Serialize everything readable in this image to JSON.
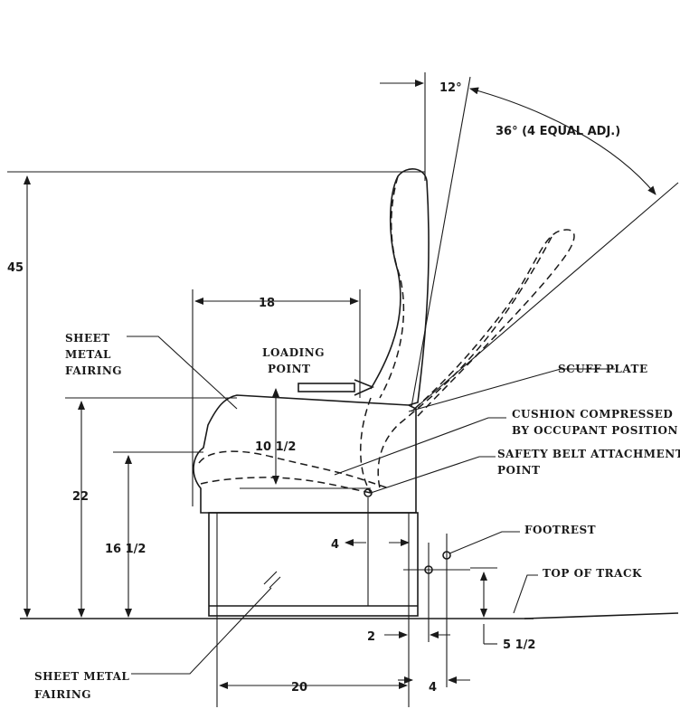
{
  "labels": {
    "sheet_metal_fairing_top": [
      "SHEET",
      "METAL",
      "FAIRING"
    ],
    "loading_point": [
      "LOADING",
      "POINT"
    ],
    "scuff_plate": "SCUFF PLATE",
    "cushion_compressed": [
      "CUSHION COMPRESSED",
      "BY OCCUPANT POSITION"
    ],
    "safety_belt": [
      "SAFETY BELT ATTACHMENT",
      "POINT"
    ],
    "footrest": "FOOTREST",
    "top_of_track": "TOP OF TRACK",
    "sheet_metal_fairing_bottom": [
      "SHEET METAL",
      "FAIRING"
    ]
  },
  "dimensions": {
    "angle_back": "12°",
    "angle_adjust": "36° (4 EQUAL ADJ.)",
    "height_total": "45",
    "seat_depth": "18",
    "seat_height": "22",
    "cushion_height": "16 1/2",
    "cushion_compression": "10 1/2",
    "belt_offset": "4",
    "base_width": "20",
    "gap": "2",
    "footrest_offset": "4",
    "footrest_height": "5 1/2"
  }
}
